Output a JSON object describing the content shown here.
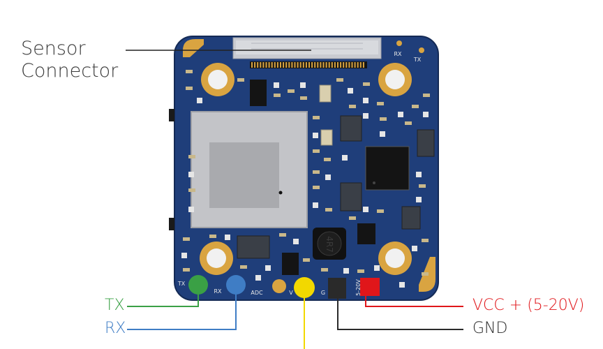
{
  "labels": {
    "sensor": [
      "Sensor",
      "Connector"
    ],
    "tx": "TX",
    "rx": "RX",
    "vcc": "VCC + (5-20V)",
    "gnd": "GND"
  },
  "silkscreen": {
    "rx_top": "RX",
    "tx_top": "TX",
    "pad_tx": "TX",
    "pad_rx": "RX",
    "pad_adc": "ADC",
    "pad_v": "V",
    "pad_g": "G",
    "pad_vin": "5-20V",
    "inductor": "4R7"
  },
  "colors": {
    "board": "#1f3e7a",
    "gold": "#d9a441",
    "tx": "#3aa045",
    "rx": "#3f7dc5",
    "video": "#f2d800",
    "gnd": "#2a2a2a",
    "vcc": "#e0161a"
  }
}
